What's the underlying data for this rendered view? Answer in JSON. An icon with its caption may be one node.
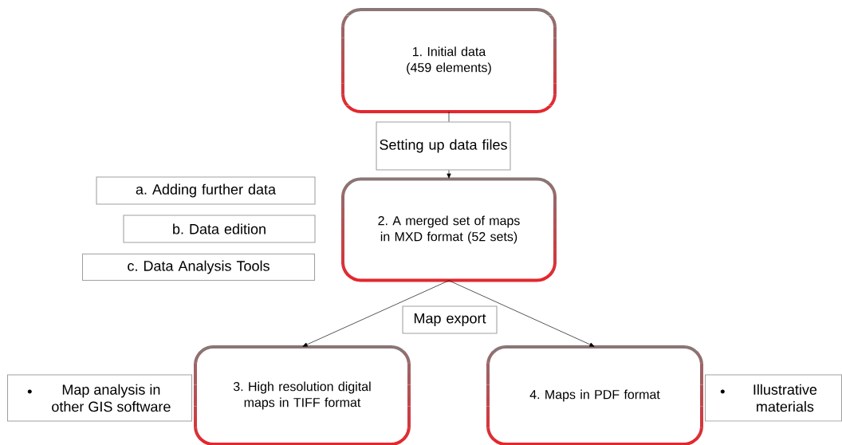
{
  "diagram": {
    "nodes": [
      {
        "text": [
          "1. Initial data (459 elements)"
        ]
      },
      {
        "text": [
          "Setting up data files"
        ]
      },
      {
        "text": [
          "a. Adding further data"
        ]
      },
      {
        "text": [
          "b. Data edition"
        ]
      },
      {
        "text": [
          "c. Data Analysis Tools"
        ]
      },
      {
        "text": [
          "2. A merged set of maps in MXD format (52 sets)"
        ]
      },
      {
        "text": [
          "Map export"
        ]
      },
      {
        "text": [
          "Map analysis in other GIS software"
        ]
      },
      {
        "text": [
          "3. High resolution digital maps in TIFF format"
        ]
      },
      {
        "text": [
          "4. Maps in PDF format"
        ]
      },
      {
        "text": [
          "Illustrative materials"
        ]
      }
    ],
    "edges": [
      {
        "from": 0,
        "to": 1,
        "arrow": "none"
      },
      {
        "from": 1,
        "to": 5,
        "arrow": "to"
      },
      {
        "from": 5,
        "to": 8,
        "arrow": "to"
      },
      {
        "from": 5,
        "to": 9,
        "arrow": "to"
      }
    ]
  }
}
